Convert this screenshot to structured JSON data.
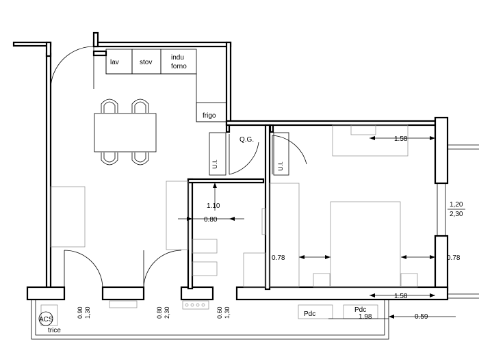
{
  "labels": {
    "lav": "lav",
    "stov": "stov",
    "indu": "indu",
    "forno": "forno",
    "frigo": "frigo",
    "qg": "Q.G.",
    "ui_left": "U.I.",
    "ui_right": "U.I.",
    "acs": "ACS",
    "trice": "trice",
    "pdc1": "Pdc",
    "pdc2": "Pdc"
  },
  "dimensions": {
    "bed_top_width": "1.58",
    "bed_bottom_width": "1.58",
    "window_right_top": "1,20",
    "window_right_bottom": "2,30",
    "corridor_height": "1.10",
    "corridor_width": "0.80",
    "bed_side_left": "0.78",
    "bed_side_right": "0.78",
    "win1_a": "0.90",
    "win1_b": "1,30",
    "win2_a": "0.80",
    "win2_b": "2,30",
    "win3_a": "0.60",
    "win3_b": "1,30",
    "balcony_width": "1.98",
    "balcony_right": "0.59"
  }
}
